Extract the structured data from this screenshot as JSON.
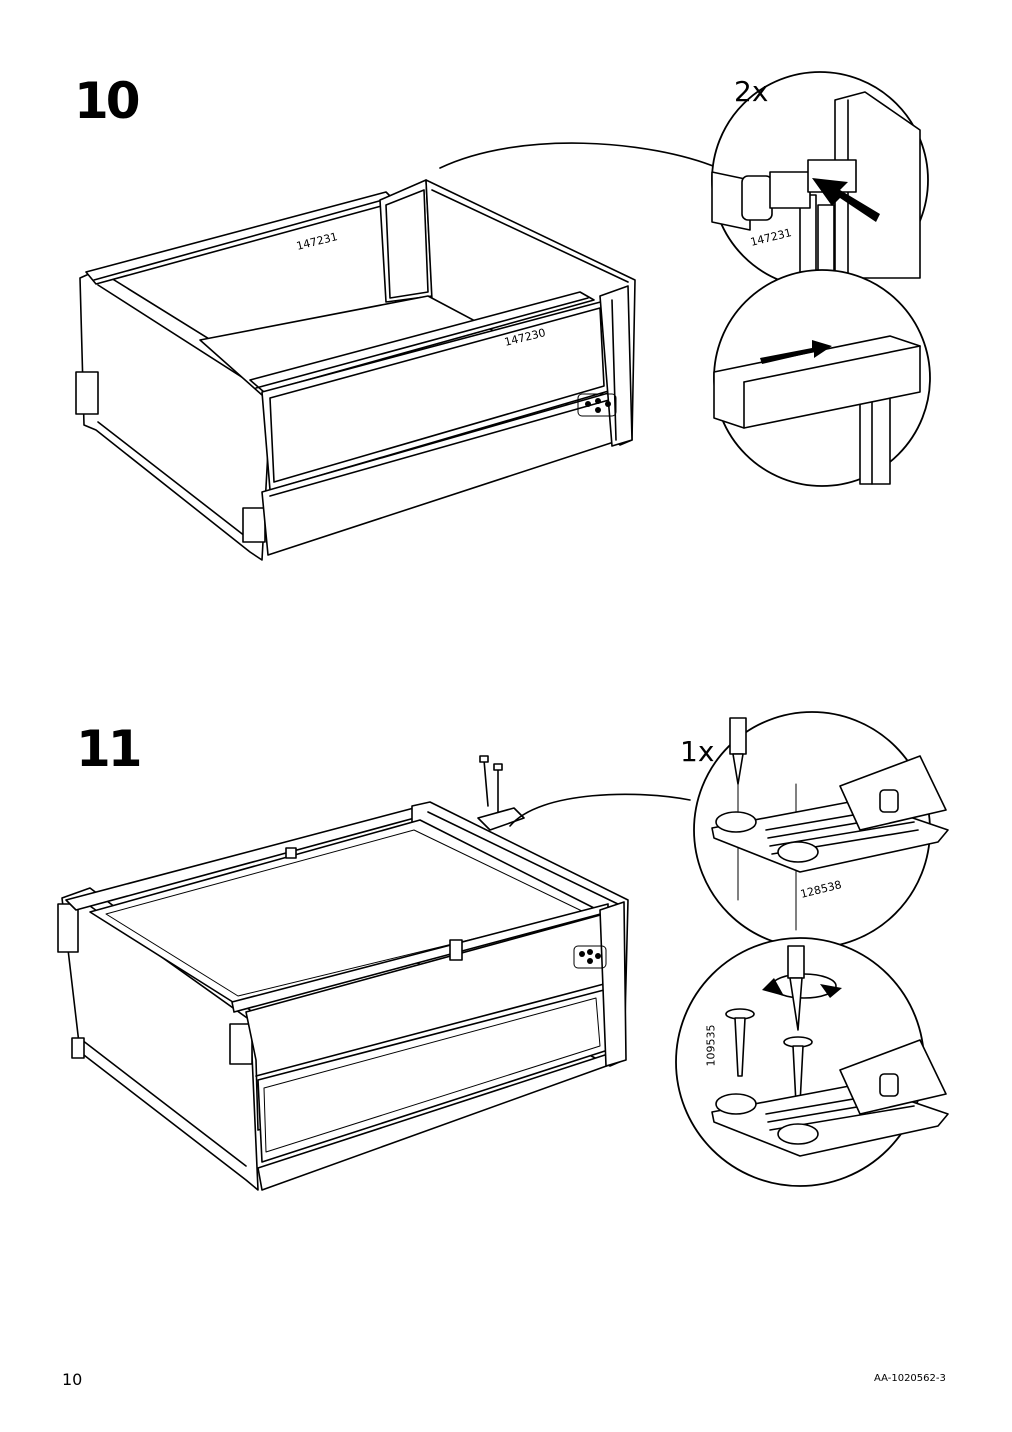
{
  "steps": [
    {
      "number": "10",
      "quantity": "2x",
      "parts": {
        "back_rail": "147231",
        "front_rail": "147230",
        "detail_part": "147231"
      }
    },
    {
      "number": "11",
      "quantity": "1x",
      "parts": {
        "bracket": "128538",
        "screw": "109535"
      }
    }
  ],
  "footer": {
    "page_number": "10",
    "doc_id": "AA-1020562-3"
  },
  "icons": [
    "arrow-right-icon",
    "rotate-arrow-icon",
    "screwdriver-icon",
    "screw-icon"
  ]
}
